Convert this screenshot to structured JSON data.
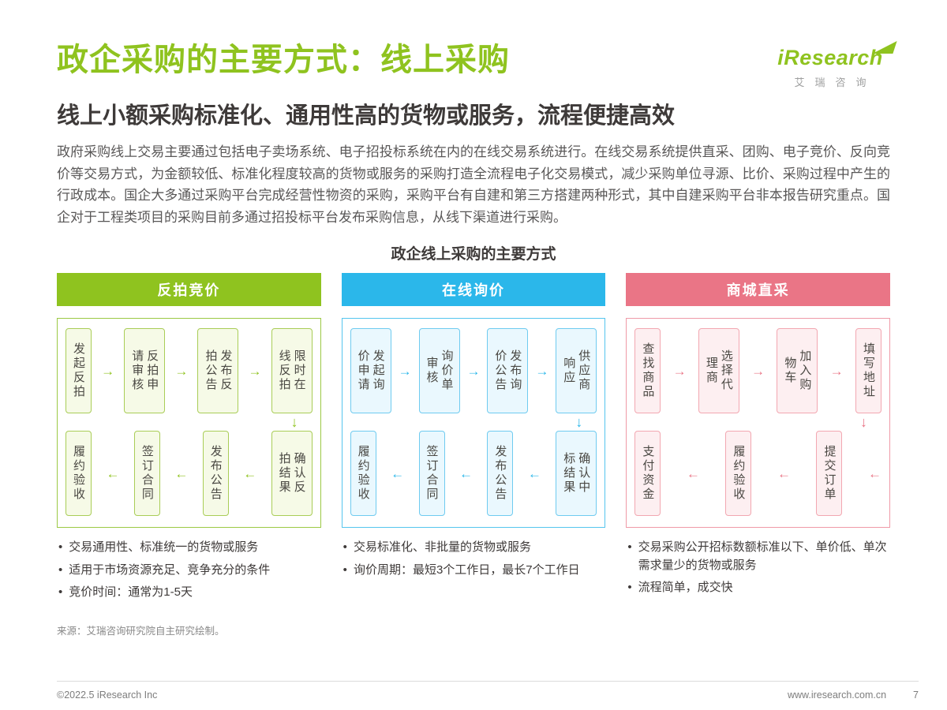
{
  "header": {
    "title": "政企采购的主要方式：线上采购",
    "subtitle": "线上小额采购标准化、通用性高的货物或服务，流程便捷高效",
    "logo": {
      "brand": "iResearch",
      "caption": "艾瑞咨询"
    }
  },
  "intro": "政府采购线上交易主要通过包括电子卖场系统、电子招投标系统在内的在线交易系统进行。在线交易系统提供直采、团购、电子竞价、反向竞价等交易方式，为金额较低、标准化程度较高的货物或服务的采购打造全流程电子化交易模式，减少采购单位寻源、比价、采购过程中产生的行政成本。国企大多通过采购平台完成经营性物资的采购，采购平台有自建和第三方搭建两种形式，其中自建采购平台非本报告研究重点。国企对于工程类项目的采购目前多通过招投标平台发布采购信息，从线下渠道进行采购。",
  "icons": {
    "arrow_right": "→",
    "arrow_left": "←",
    "arrow_down": "↓",
    "bullet": "•"
  },
  "diagram": {
    "title": "政企线上采购的主要方式",
    "columns": [
      {
        "name": "反拍竞价",
        "accent_color": "#8fc31f",
        "box_bg_color": "#f6fae7",
        "top_row": [
          "发起反拍",
          "反拍申\n请审核",
          "发布反\n拍公告",
          "限时在\n线反拍"
        ],
        "bottom_row": [
          "履约验收",
          "签订合同",
          "发布公告",
          "确认反\n拍结果"
        ],
        "bullets": [
          "交易通用性、标准统一的货物或服务",
          "适用于市场资源充足、竞争充分的条件",
          "竞价时间：通常为1-5天"
        ]
      },
      {
        "name": "在线询价",
        "accent_color": "#2bb7ea",
        "box_bg_color": "#eaf8fe",
        "top_row": [
          "发起询\n价申请",
          "询价单\n审核",
          "发布询\n价公告",
          "供应商\n响应"
        ],
        "bottom_row": [
          "履约验收",
          "签订合同",
          "发布公告",
          "确认中\n标结果"
        ],
        "bullets": [
          "交易标准化、非批量的货物或服务",
          "询价周期：最短3个工作日，最长7个工作日"
        ]
      },
      {
        "name": "商城直采",
        "accent_color": "#ea7586",
        "box_bg_color": "#fdeff1",
        "top_row": [
          "查找商品",
          "选择代\n理商",
          "加入购\n物车",
          "填写地址"
        ],
        "bottom_row": [
          "支付资金",
          "履约验收",
          "提交订单"
        ],
        "bullets": [
          "交易采购公开招标数额标准以下、单价低、单次需求量少的货物或服务",
          "流程简单，成交快"
        ]
      }
    ]
  },
  "source": "来源：艾瑞咨询研究院自主研究绘制。",
  "footer": {
    "copyright": "©2022.5 iResearch Inc",
    "website": "www.iresearch.com.cn",
    "page_number": "7"
  }
}
